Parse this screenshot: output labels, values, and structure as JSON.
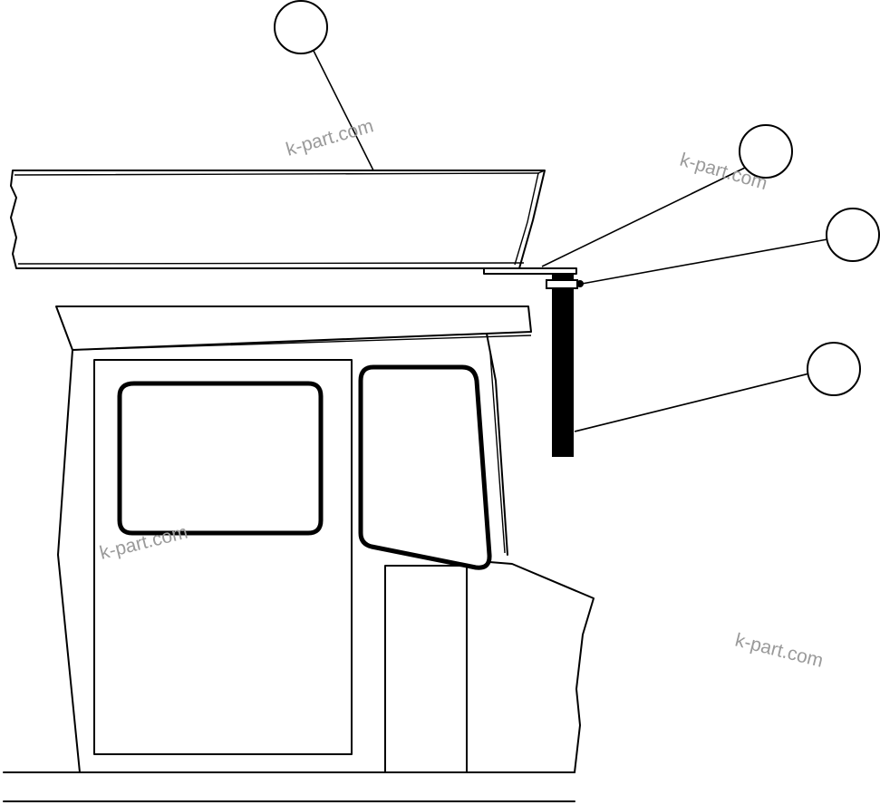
{
  "diagram": {
    "watermarks": [
      {
        "text": "k-part.com"
      },
      {
        "text": "k-part.com"
      },
      {
        "text": "k-part.com"
      },
      {
        "text": "k-part.com"
      }
    ],
    "callouts": [
      {
        "label": "",
        "target": "canopy"
      },
      {
        "label": "",
        "target": "support-bracket"
      },
      {
        "label": "",
        "target": "clamp"
      },
      {
        "label": "",
        "target": "support-post"
      }
    ]
  }
}
